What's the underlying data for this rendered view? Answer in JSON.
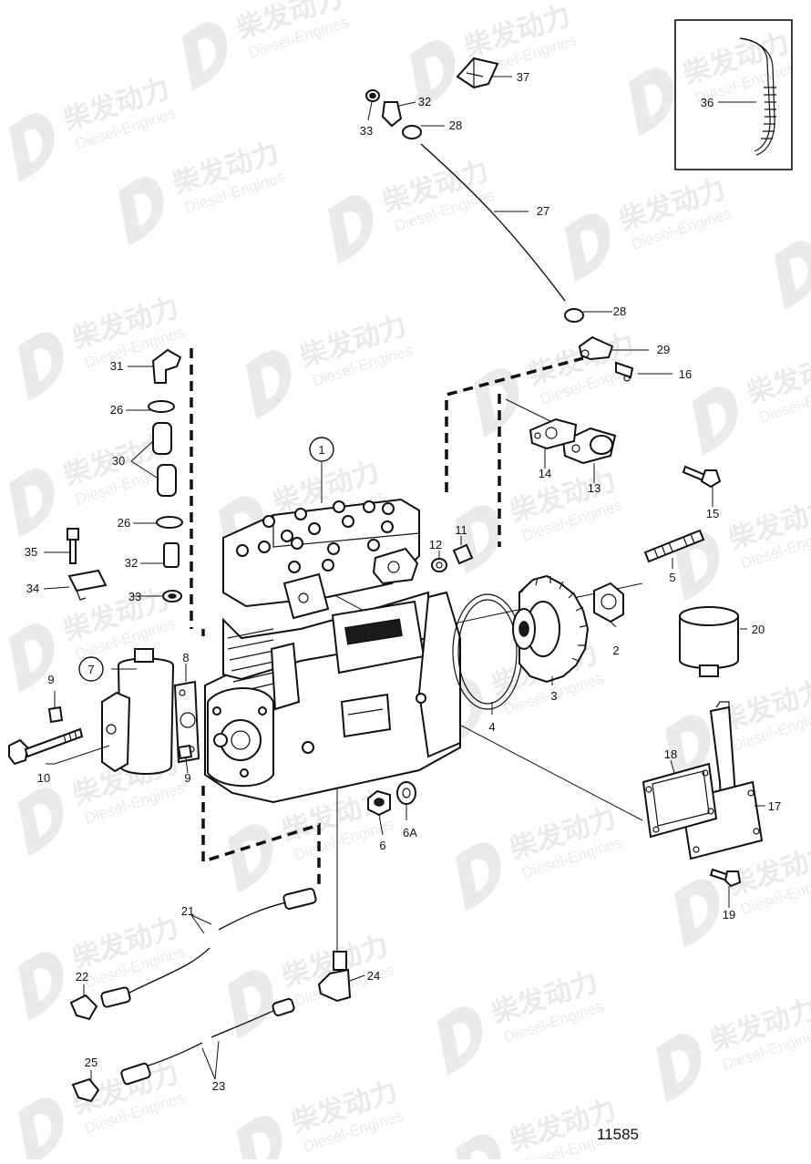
{
  "diagram": {
    "document_number": "11585",
    "watermark": {
      "brand_cn": "柴发动力",
      "brand_en": "Diesel-Engines"
    },
    "callouts": [
      {
        "id": "c1",
        "text": "1"
      },
      {
        "id": "c2",
        "text": "2"
      },
      {
        "id": "c3",
        "text": "3"
      },
      {
        "id": "c4",
        "text": "4"
      },
      {
        "id": "c5",
        "text": "5"
      },
      {
        "id": "c6",
        "text": "6"
      },
      {
        "id": "c6a",
        "text": "6A"
      },
      {
        "id": "c7",
        "text": "7"
      },
      {
        "id": "c8",
        "text": "8"
      },
      {
        "id": "c9a",
        "text": "9"
      },
      {
        "id": "c9b",
        "text": "9"
      },
      {
        "id": "c10",
        "text": "10"
      },
      {
        "id": "c11",
        "text": "11"
      },
      {
        "id": "c12",
        "text": "12"
      },
      {
        "id": "c13",
        "text": "13"
      },
      {
        "id": "c14",
        "text": "14"
      },
      {
        "id": "c15",
        "text": "15"
      },
      {
        "id": "c16",
        "text": "16"
      },
      {
        "id": "c17",
        "text": "17"
      },
      {
        "id": "c18",
        "text": "18"
      },
      {
        "id": "c19",
        "text": "19"
      },
      {
        "id": "c20",
        "text": "20"
      },
      {
        "id": "c21",
        "text": "21"
      },
      {
        "id": "c22",
        "text": "22"
      },
      {
        "id": "c23",
        "text": "23"
      },
      {
        "id": "c24",
        "text": "24"
      },
      {
        "id": "c25",
        "text": "25"
      },
      {
        "id": "c26a",
        "text": "26"
      },
      {
        "id": "c26b",
        "text": "26"
      },
      {
        "id": "c27",
        "text": "27"
      },
      {
        "id": "c28a",
        "text": "28"
      },
      {
        "id": "c28b",
        "text": "28"
      },
      {
        "id": "c29",
        "text": "29"
      },
      {
        "id": "c30",
        "text": "30"
      },
      {
        "id": "c31",
        "text": "31"
      },
      {
        "id": "c32a",
        "text": "32"
      },
      {
        "id": "c32b",
        "text": "32"
      },
      {
        "id": "c33a",
        "text": "33"
      },
      {
        "id": "c33b",
        "text": "33"
      },
      {
        "id": "c34",
        "text": "34"
      },
      {
        "id": "c35",
        "text": "35"
      },
      {
        "id": "c36",
        "text": "36"
      },
      {
        "id": "c37",
        "text": "37"
      }
    ]
  }
}
